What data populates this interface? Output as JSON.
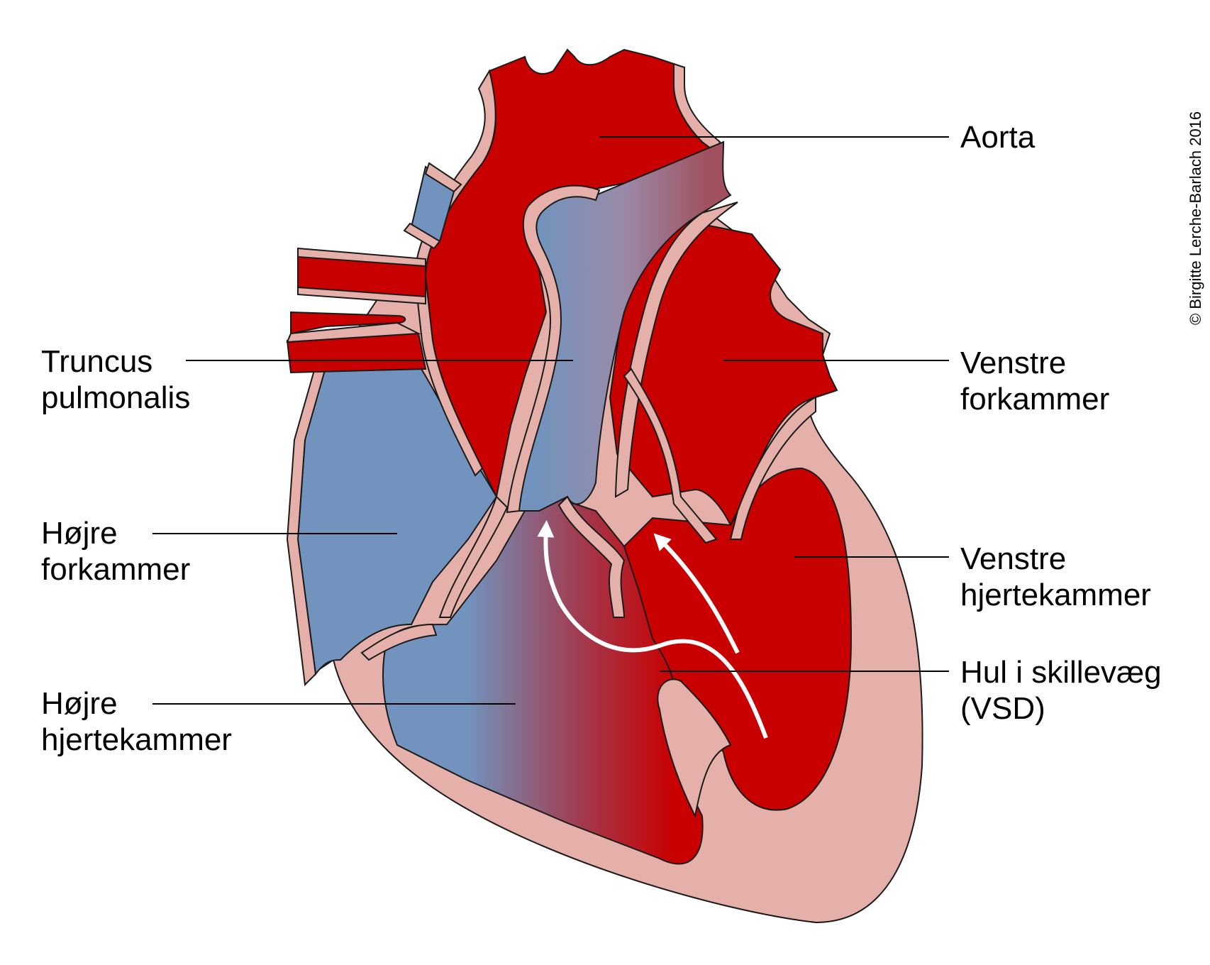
{
  "labels": {
    "aorta": "Aorta",
    "truncus_l1": "Truncus",
    "truncus_l2": "pulmonalis",
    "venstre_fork_l1": "Venstre",
    "venstre_fork_l2": "forkammer",
    "hojre_fork_l1": "Højre",
    "hojre_fork_l2": "forkammer",
    "venstre_hjk_l1": "Venstre",
    "venstre_hjk_l2": "hjertekammer",
    "vsd_l1": "Hul i skillevæg",
    "vsd_l2": "(VSD)",
    "hojre_hjk_l1": "Højre",
    "hojre_hjk_l2": "hjertekammer"
  },
  "copyright": "© Birgitte Lerche-Barlach 2016",
  "colors": {
    "oxygenated": "#c80000",
    "deoxygenated": "#7293bd",
    "tissue": "#e5b0a9",
    "outline": "#1a1a1a",
    "arrow": "#ffffff"
  }
}
